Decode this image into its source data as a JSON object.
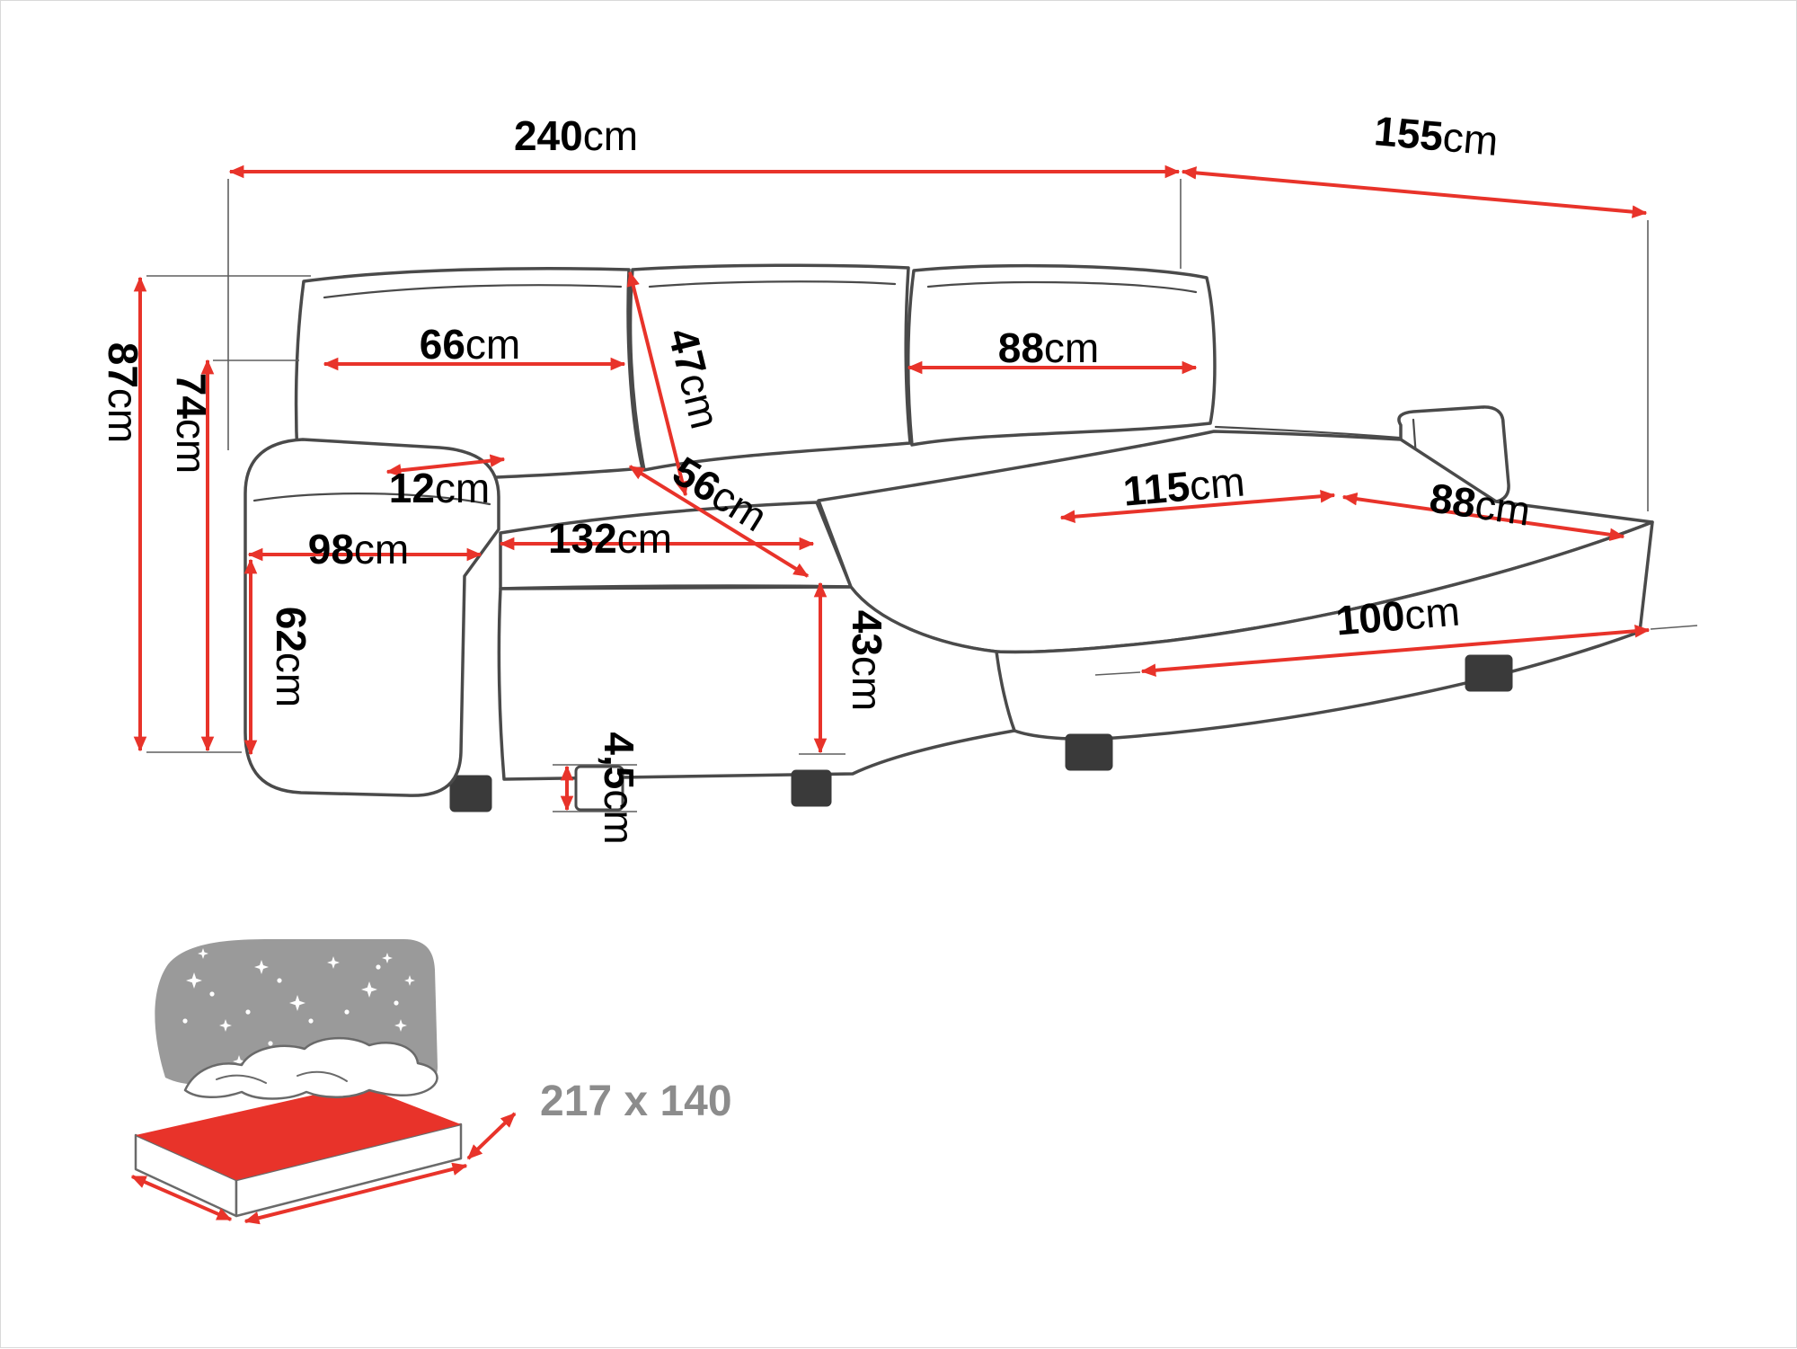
{
  "diagram": {
    "title": "corner-sofa-dimension-diagram",
    "colors": {
      "dimension_red": "#e8332a",
      "outline_gray": "#4a4a4a",
      "label_black": "#000000",
      "sleeping_label_gray": "#8c8c8c",
      "bed_blanket_gray": "#9a9a9a",
      "bed_mattress_red": "#e8332a"
    },
    "dims": {
      "total_width": {
        "value": "240",
        "unit": "cm"
      },
      "chaise_depth": {
        "value": "155",
        "unit": "cm"
      },
      "total_height": {
        "value": "87",
        "unit": "cm"
      },
      "backrest_height": {
        "value": "74",
        "unit": "cm"
      },
      "back_cushion_left_width": {
        "value": "66",
        "unit": "cm"
      },
      "back_cushion_height": {
        "value": "47",
        "unit": "cm"
      },
      "back_cushion_right_width": {
        "value": "88",
        "unit": "cm"
      },
      "armrest_top_width": {
        "value": "12",
        "unit": "cm"
      },
      "armrest_side_depth": {
        "value": "98",
        "unit": "cm"
      },
      "seat_cushion_depth": {
        "value": "56",
        "unit": "cm"
      },
      "seat_width": {
        "value": "132",
        "unit": "cm"
      },
      "chaise_seat_length": {
        "value": "115",
        "unit": "cm"
      },
      "chaise_seat_width": {
        "value": "88",
        "unit": "cm"
      },
      "armrest_height": {
        "value": "62",
        "unit": "cm"
      },
      "seat_height": {
        "value": "43",
        "unit": "cm"
      },
      "leg_height": {
        "value": "4,5",
        "unit": "cm"
      },
      "chaise_front_length": {
        "value": "100",
        "unit": "cm"
      }
    },
    "sleeping_area": {
      "label": "217 x 140"
    }
  }
}
